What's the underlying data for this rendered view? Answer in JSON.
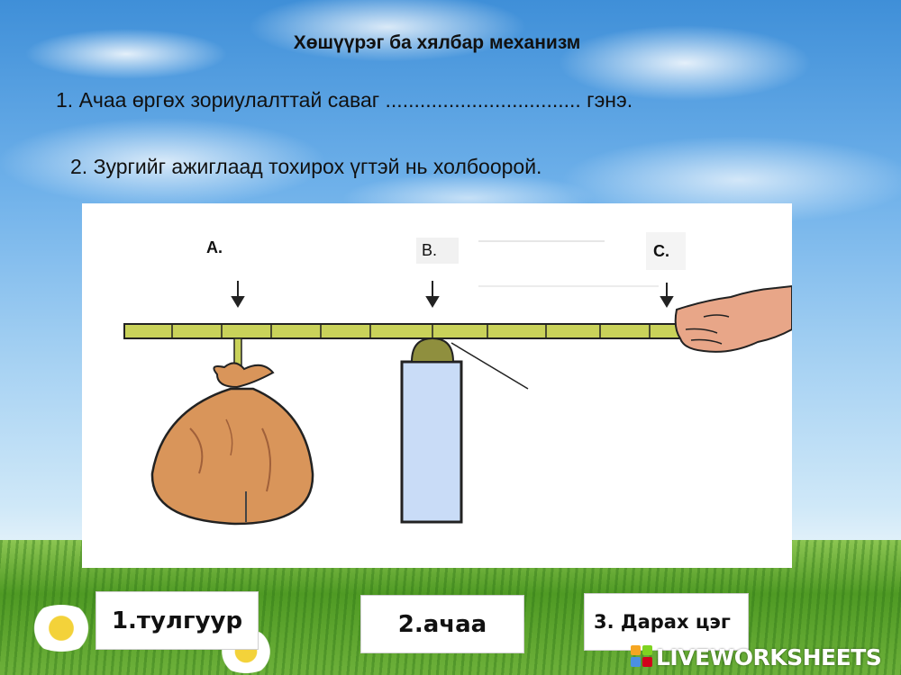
{
  "title": "Хөшүүрэг ба хялбар механизм",
  "question1": "1. Ачаа өргөх зориулалттай саваг .................................. гэнэ.",
  "question2": "2. Зургийг ажиглаад  тохирох үгтэй нь холбоорой.",
  "diagram": {
    "label_a": "A.",
    "label_b": "B.",
    "label_c": "C."
  },
  "answers": [
    {
      "label": "1.тулгуур"
    },
    {
      "label": "2.ачаа"
    },
    {
      "label": "3. Дарах цэг"
    }
  ],
  "brand": {
    "text": "LIVEWORKSHEETS",
    "colors": {
      "lever": "#c9d25a",
      "bag": "#d9955a",
      "pillar": "#c9dcf7",
      "fulcrum": "#8a8a3a"
    }
  }
}
